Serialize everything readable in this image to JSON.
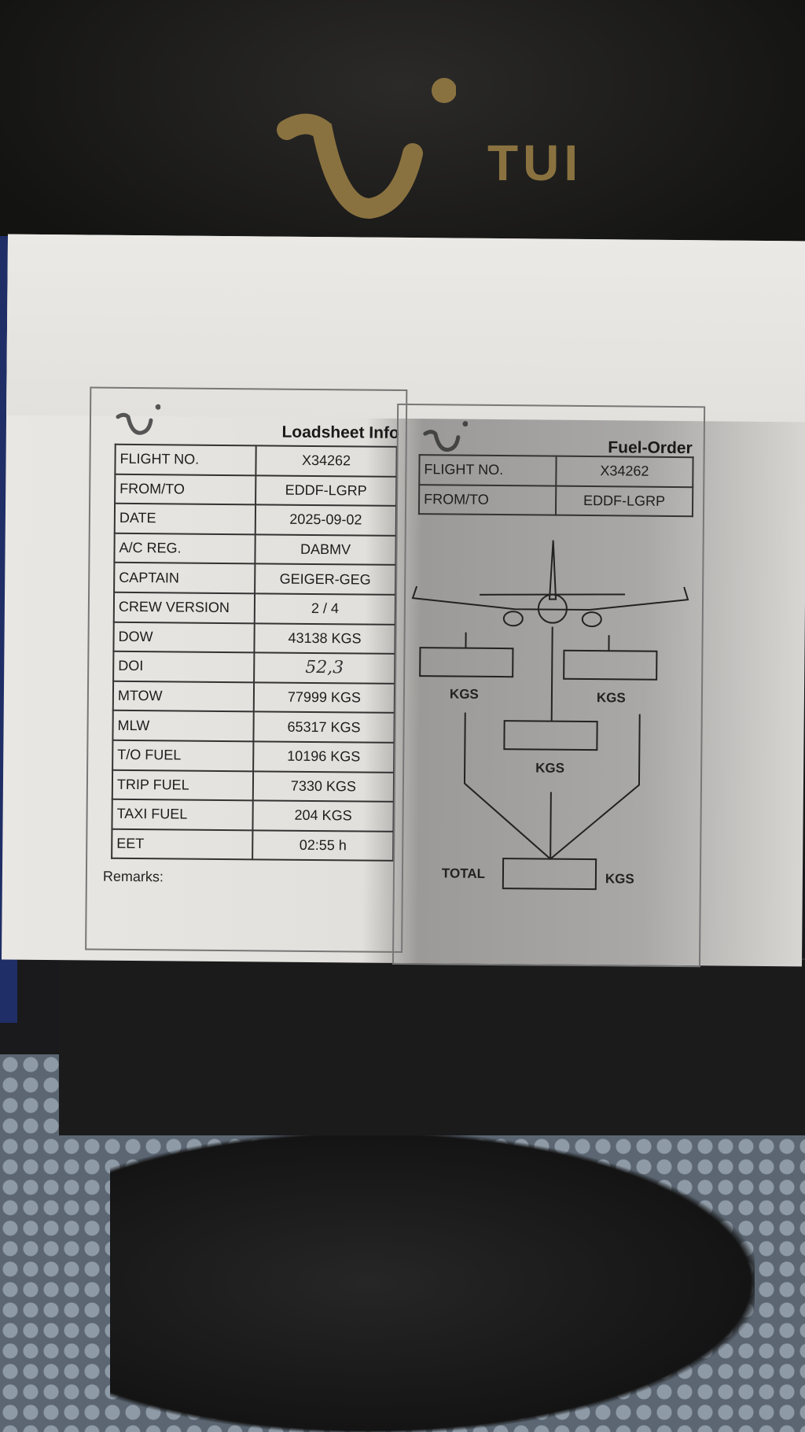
{
  "background": {
    "brand": "TUI"
  },
  "loadsheet": {
    "title": "Loadsheet Info",
    "rows": [
      {
        "label": "FLIGHT NO.",
        "value": "X34262"
      },
      {
        "label": "FROM/TO",
        "value": "EDDF-LGRP"
      },
      {
        "label": "DATE",
        "value": "2025-09-02"
      },
      {
        "label": "A/C REG.",
        "value": "DABMV"
      },
      {
        "label": "CAPTAIN",
        "value": "GEIGER-GEG"
      },
      {
        "label": "CREW VERSION",
        "value": "2 / 4"
      },
      {
        "label": "DOW",
        "value": "43138 KGS"
      },
      {
        "label": "DOI",
        "value": "52,3"
      },
      {
        "label": "MTOW",
        "value": "77999 KGS"
      },
      {
        "label": "MLW",
        "value": "65317 KGS"
      },
      {
        "label": "T/O FUEL",
        "value": "10196 KGS"
      },
      {
        "label": "TRIP FUEL",
        "value": "7330 KGS"
      },
      {
        "label": "TAXI FUEL",
        "value": "204 KGS"
      },
      {
        "label": "EET",
        "value": "02:55 h"
      }
    ],
    "remarks_label": "Remarks:"
  },
  "fuel_order": {
    "title": "Fuel-Order",
    "rows": [
      {
        "label": "FLIGHT NO.",
        "value": "X34262"
      },
      {
        "label": "FROM/TO",
        "value": "EDDF-LGRP"
      }
    ],
    "left_unit": "KGS",
    "right_unit": "KGS",
    "center_unit": "KGS",
    "total_label": "TOTAL",
    "total_unit": "KGS"
  }
}
